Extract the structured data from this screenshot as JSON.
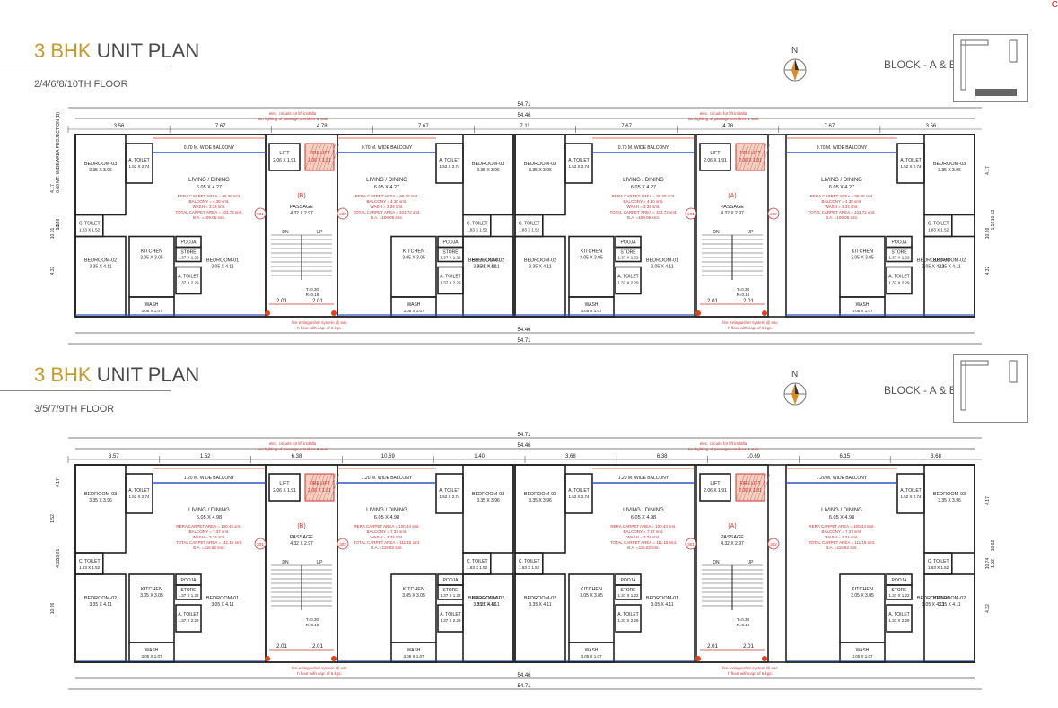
{
  "corner_mark": "C",
  "plans": [
    {
      "title_highlight": "3 BHK",
      "title_rest": " UNIT PLAN",
      "floors": "2/4/6/8/10TH FLOOR",
      "block": "BLOCK - A & B",
      "north": "N",
      "top_dims": [
        "3.56",
        "7.67",
        "4.78",
        "7.67",
        "7.11",
        "7.67",
        "4.78",
        "7.67",
        "3.56"
      ],
      "overall_outer": "54.71",
      "overall_inner": "54.46",
      "rooms": [
        {
          "name": "BEDROOM-03",
          "size": "3.35 X 3.96"
        },
        {
          "name": "A. TOILET",
          "size": "1.52 X 2.74"
        },
        {
          "name": "0.70 M. WIDE BALCONY",
          "size": ""
        },
        {
          "name": "LIVING / DINING",
          "size": "6.05 X 4.27"
        },
        {
          "name": "C. TOILET",
          "size": "1.83 X 1.52"
        },
        {
          "name": "BEDROOM-02",
          "size": "3.35 X 4.11"
        },
        {
          "name": "KITCHEN",
          "size": "3.05 X 3.05"
        },
        {
          "name": "STORE",
          "size": "1.37 X 1.22"
        },
        {
          "name": "POOJA",
          "size": ""
        },
        {
          "name": "BEDROOM-01",
          "size": "3.05 X 4.11"
        },
        {
          "name": "A. TOILET",
          "size": "1.37 X 2.29"
        },
        {
          "name": "WASH",
          "size": "3.05 X 1.07"
        },
        {
          "name": "LIFT",
          "size": "2.06 X 1.91"
        },
        {
          "name": "FIRE LIFT",
          "size": "2.06 X 1.91"
        },
        {
          "name": "PASSAGE",
          "size": "4.32 X 2.97"
        }
      ],
      "area_lines": [
        "RERA CARPET AREA = 96.08 smt.",
        "BALCONY = 4.30 smt.",
        "WASH = 3.34 smt.",
        "TOTAL CARPET AREA = 103.72 smt.",
        "B.A. =109.05 smt."
      ],
      "passage_tags": [
        "(B)",
        "(A)"
      ],
      "unit_tags": [
        "201",
        "202"
      ],
      "left_dims": [
        "0.60 MT. WIDE AREA PROJECTION (B)",
        "4.17",
        "1.52",
        "4.32",
        "10.26",
        "10.01"
      ],
      "right_dims": [
        "4.17",
        "1.52",
        "4.32",
        "10.13",
        "10.26"
      ],
      "stair_labels": [
        "DN",
        "UP",
        "2.01",
        "2.01",
        "2.01",
        "T=0.30",
        "R=0.16"
      ],
      "notes": [
        "elec. circuits for lift installation lighting of passage,corridors & stair",
        "fire extinguisher system @ each floor with cap. of 6 kgs."
      ]
    },
    {
      "title_highlight": "3 BHK",
      "title_rest": " UNIT PLAN",
      "floors": "3/5/7/9TH FLOOR",
      "block": "BLOCK - A & B",
      "north": "N",
      "top_dims": [
        "3.57",
        "1.52",
        "6.38",
        "10.69",
        "1.40",
        "3.68",
        "6.38",
        "10.69",
        "6.15",
        "3.68"
      ],
      "overall_outer": "54.71",
      "overall_inner": "54.46",
      "rooms": [
        {
          "name": "BEDROOM-03",
          "size": "3.35 X 3.96"
        },
        {
          "name": "A. TOILET",
          "size": "1.52 X 2.74"
        },
        {
          "name": "1.20 M. WIDE BALCONY",
          "size": ""
        },
        {
          "name": "LIVING / DINING",
          "size": "6.05 X 4.98"
        },
        {
          "name": "C. TOILET",
          "size": "1.83 X 1.52"
        },
        {
          "name": "BEDROOM-02",
          "size": "3.35 X 4.11"
        },
        {
          "name": "KITCHEN",
          "size": "3.05 X 3.05"
        },
        {
          "name": "STORE",
          "size": "1.37 X 1.22"
        },
        {
          "name": "POOJA",
          "size": ""
        },
        {
          "name": "BEDROOM-01",
          "size": "3.05 X 4.11"
        },
        {
          "name": "A. TOILET",
          "size": "1.37 X 2.29"
        },
        {
          "name": "WASH",
          "size": "3.05 X 1.07"
        },
        {
          "name": "LIFT",
          "size": "2.06 X 1.91"
        },
        {
          "name": "FIRE LIFT",
          "size": "2.06 X 1.91"
        },
        {
          "name": "PASSAGE",
          "size": "4.32 X 2.97"
        }
      ],
      "area_lines": [
        "RERA CARPET AREA = 100.44 smt.",
        "BALCONY = 7.37 smt.",
        "WASH = 3.34 smt.",
        "TOTAL CARPET AREA = 111.15 smt.",
        "B.A. =116.82 smt."
      ],
      "passage_tags": [
        "(B)",
        "(A)"
      ],
      "unit_tags": [
        "301",
        "302"
      ],
      "left_dims": [
        "4.17",
        "1.52",
        "4.32",
        "10.26",
        "10.01"
      ],
      "right_dims": [
        "4.17",
        "1.52",
        "4.32",
        "10.62",
        "10.74"
      ],
      "stair_labels": [
        "DN",
        "UP",
        "2.01",
        "2.01",
        "2.01",
        "T=0.30",
        "R=0.16"
      ],
      "notes": [
        "elec. circuits for lift installation lighting of passage,corridors & stair",
        "fire extinguisher system @ each floor with cap. of 6 kgs."
      ]
    }
  ]
}
